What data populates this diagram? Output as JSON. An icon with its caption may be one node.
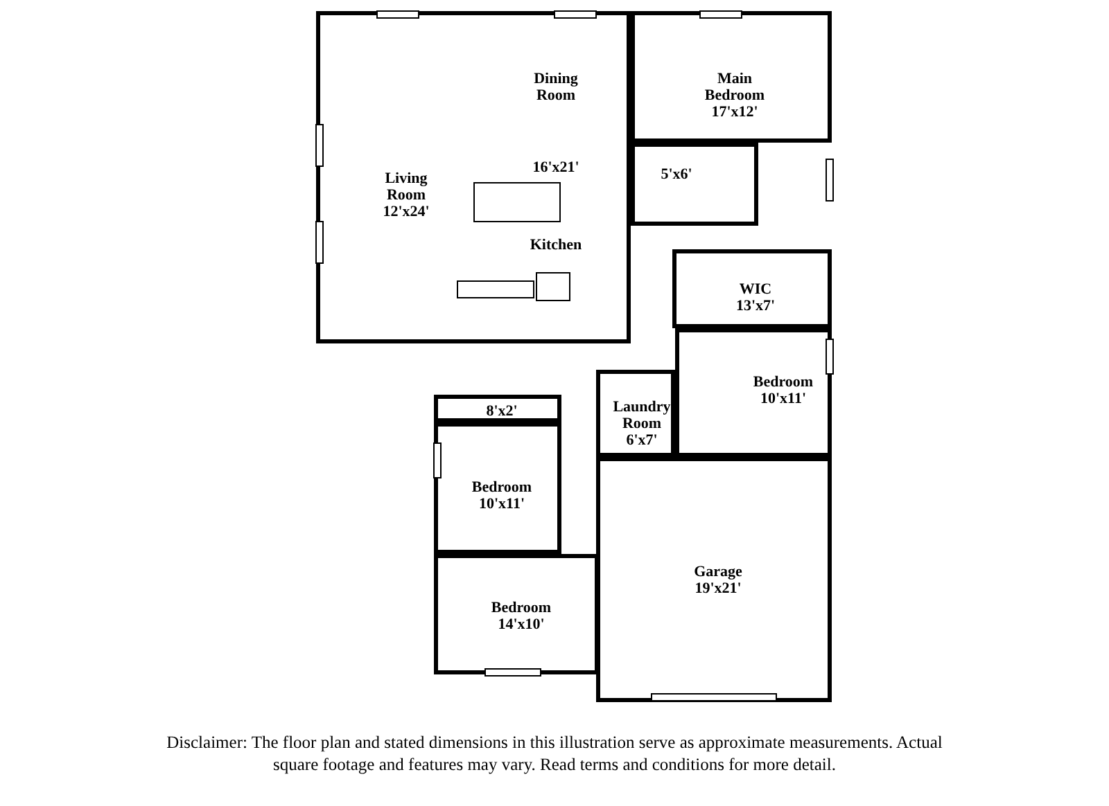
{
  "diagram": {
    "caption": "Disclaimer: The floor plan and stated dimensions in this illustration serve as approximate measurements. Actual square footage and features may vary. Read terms and conditions for more detail.",
    "nodes": [
      {
        "text": [
          "Living Room",
          "12'x24'",
          "Dining Room",
          "16'x21'",
          "Kitchen"
        ]
      },
      {
        "text": [
          "Main Bedroom",
          "17'x12'"
        ]
      },
      {
        "text": [
          "5'x6'"
        ]
      },
      {
        "text": [
          "WIC",
          "13'x7'"
        ]
      },
      {
        "text": [
          "Bedroom",
          "10'x11'"
        ]
      },
      {
        "text": [
          "Laundry Room",
          "6'x7'"
        ]
      },
      {
        "text": [
          "8'x2'"
        ]
      },
      {
        "text": [
          "Bedroom",
          "10'x11'"
        ]
      },
      {
        "text": [
          "Bedroom",
          "14'x10'"
        ]
      },
      {
        "text": [
          "Garage",
          "19'x21'"
        ]
      }
    ]
  }
}
